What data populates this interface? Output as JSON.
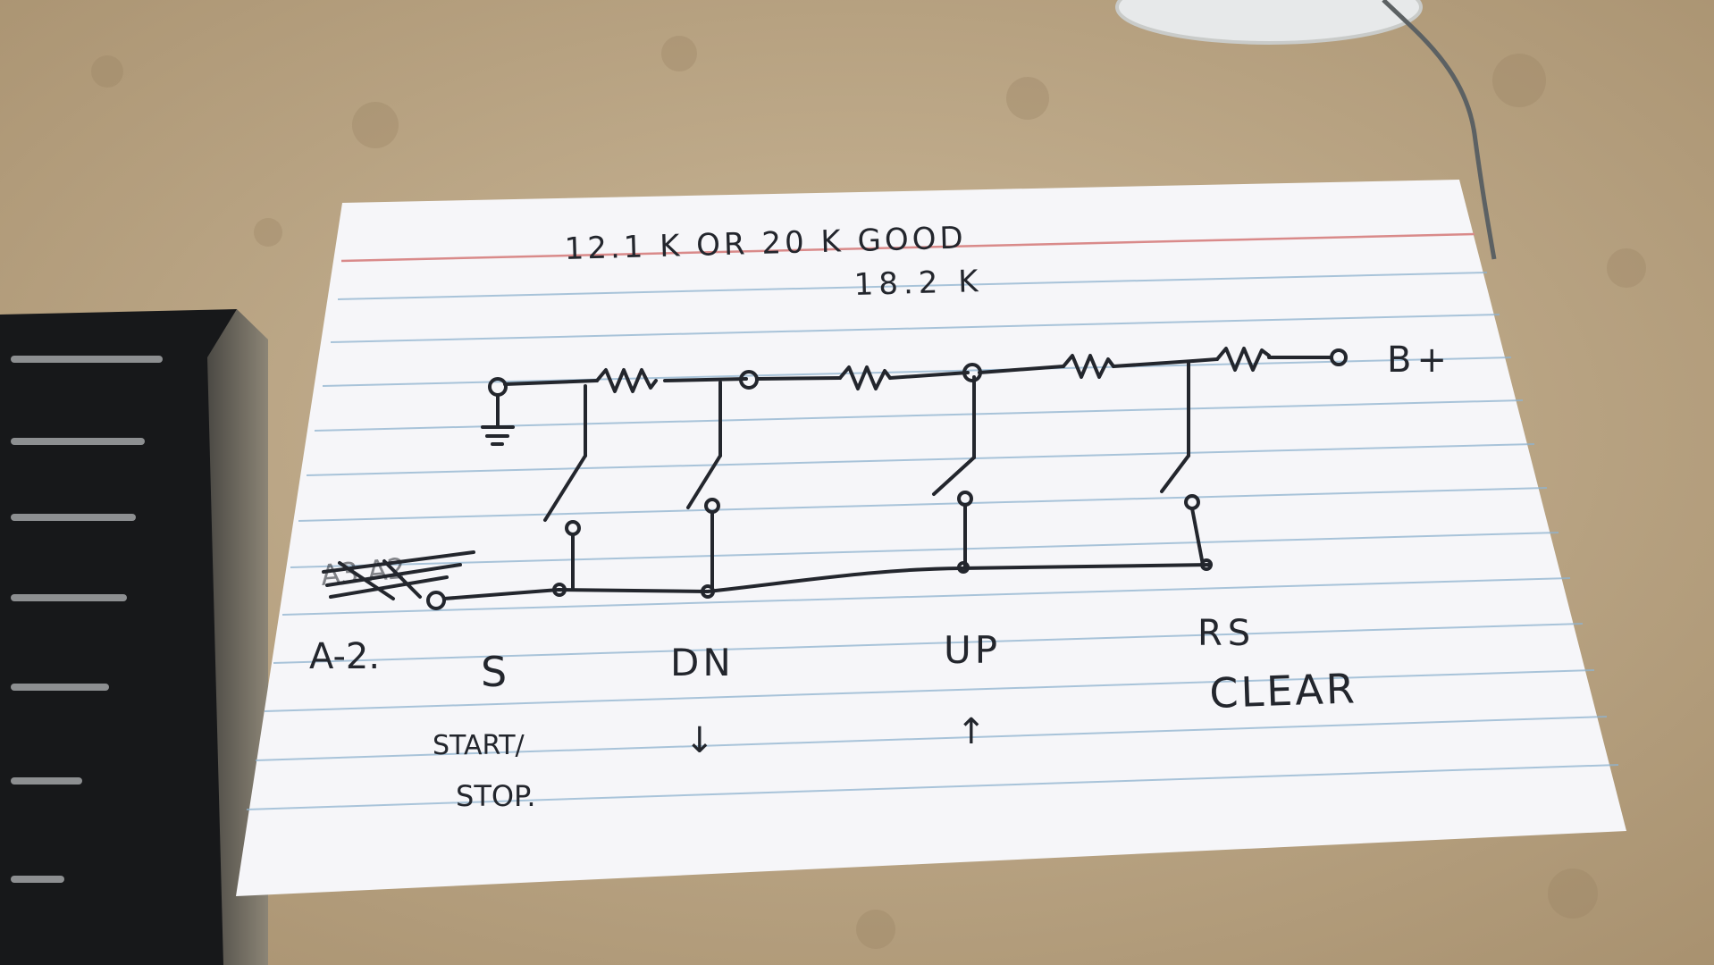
{
  "card": {
    "heading_line1": "12.1 K OR 20 K GOOD",
    "heading_line2": "18.2 K",
    "supply_label": "B+",
    "input_label_struck": "A3 A2",
    "input_label": "A-2.",
    "buttons": [
      {
        "code": "S",
        "description": "START/ STOP.",
        "line1": "START/",
        "line2": "STOP."
      },
      {
        "code": "DN",
        "arrow": "↓"
      },
      {
        "code": "UP",
        "arrow": "↑"
      },
      {
        "code": "RS",
        "description": "CLEAR"
      }
    ]
  },
  "colors": {
    "table": "#bda98a",
    "card": "#f6f6f9",
    "ruled_line": "#8fb3cf",
    "margin_line": "#d98a8a",
    "ink": "#23262d",
    "device": "#17181a"
  }
}
